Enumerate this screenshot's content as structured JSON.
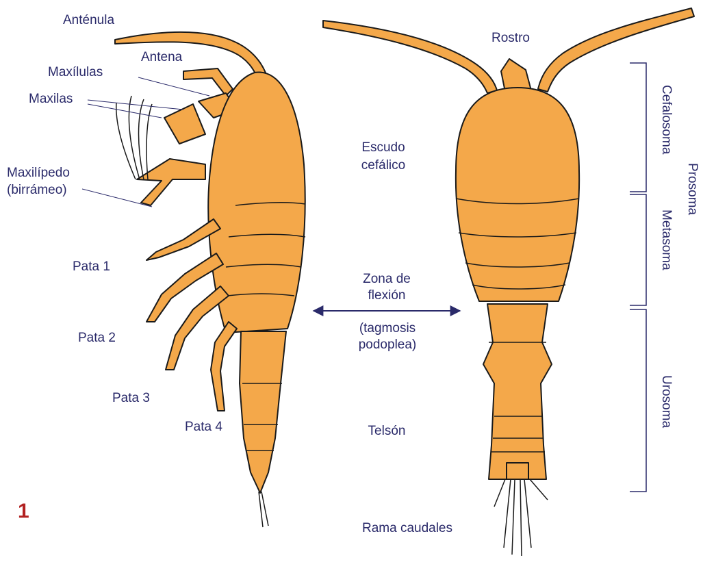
{
  "colors": {
    "body_fill": "#F4A84A",
    "outline": "#1a1a1a",
    "label_text": "#2a2a6a",
    "figure_number": "#b22222",
    "arrow": "#2a2a6a"
  },
  "figure_number": "1",
  "lateral_view": {
    "labels": {
      "antennule": "Anténula",
      "antenna": "Antena",
      "maxillules": "Maxílulas",
      "maxillae": "Maxilas",
      "maxilliped_line1": "Maxilípedo",
      "maxilliped_line2": "(birrámeo)",
      "leg1": "Pata 1",
      "leg2": "Pata 2",
      "leg3": "Pata 3",
      "leg4": "Pata 4"
    }
  },
  "center_labels": {
    "cephalic_shield_line1": "Escudo",
    "cephalic_shield_line2": "cefálico",
    "flexion_line1": "Zona de",
    "flexion_line2": "flexión",
    "tagmosis_line1": "(tagmosis",
    "tagmosis_line2": "podoplea)",
    "telson": "Telsón",
    "caudal_rami": "Rama caudales"
  },
  "dorsal_view": {
    "labels": {
      "rostrum": "Rostro"
    }
  },
  "body_regions": {
    "cephalosome": "Cefalosoma",
    "metasome": "Metasoma",
    "urosome": "Urosoma",
    "prosome": "Prosoma"
  }
}
